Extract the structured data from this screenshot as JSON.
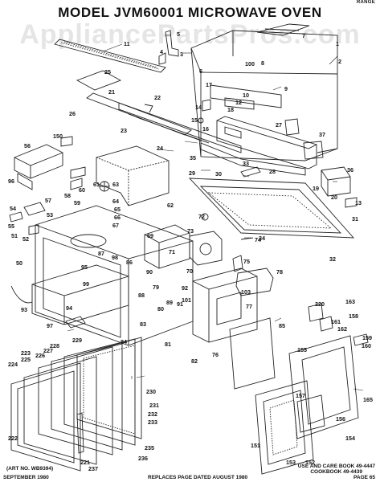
{
  "header": {
    "corner_tag": "RANGE",
    "title": "MODEL  JVM60001  MICROWAVE OVEN",
    "watermark": "AppliancePartsPros.com"
  },
  "footer": {
    "date": "SEPTEMBER 1980",
    "replaces": "REPLACES PAGE DATED AUGUST 1980",
    "page": "PAGE 65",
    "art_no": "(ART NO. WB9394)",
    "use_care_book": "USE AND CARE BOOK  49-4447",
    "cookbook": "COOKBOOK  49-4439"
  },
  "callouts": [
    "1",
    "2",
    "3",
    "4",
    "5",
    "6",
    "7",
    "8",
    "9",
    "10",
    "11",
    "12",
    "13",
    "14",
    "15",
    "16",
    "17",
    "18",
    "19",
    "20",
    "21",
    "22",
    "23",
    "24",
    "25",
    "26",
    "27",
    "28",
    "29",
    "30",
    "31",
    "32",
    "33",
    "34",
    "35",
    "36",
    "37",
    "50",
    "51",
    "52",
    "53",
    "54",
    "55",
    "56",
    "57",
    "58",
    "59",
    "60",
    "61",
    "62",
    "63",
    "64",
    "65",
    "66",
    "67",
    "69",
    "70",
    "71",
    "72",
    "73",
    "74",
    "75",
    "76",
    "77",
    "78",
    "79",
    "80",
    "81",
    "82",
    "83",
    "84",
    "85",
    "86",
    "87",
    "88",
    "89",
    "90",
    "91",
    "92",
    "93",
    "94",
    "95",
    "96",
    "97",
    "98",
    "99",
    "100",
    "101",
    "103",
    "150",
    "151",
    "152",
    "153",
    "154",
    "155",
    "156",
    "157",
    "158",
    "159",
    "160",
    "161",
    "162",
    "163",
    "165",
    "220",
    "221",
    "222",
    "223",
    "224",
    "225",
    "226",
    "227",
    "228",
    "229",
    "230",
    "231",
    "232",
    "233",
    "235",
    "236",
    "237"
  ]
}
